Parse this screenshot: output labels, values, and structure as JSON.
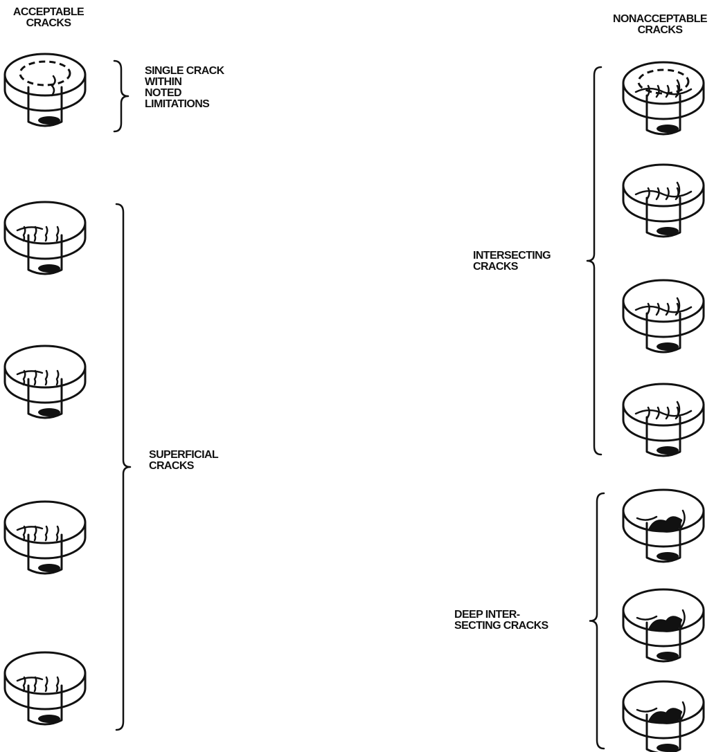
{
  "headers": {
    "acceptable": "ACCEPTABLE\nCRACKS",
    "nonacceptable": "NONACCEPTABLE\nCRACKS"
  },
  "groups": {
    "single_crack": "SINGLE CRACK\nWITHIN\nNOTED\nLIMITATIONS",
    "superficial": "SUPERFICIAL\nCRACKS",
    "intersecting": "INTERSECTING\nCRACKS",
    "deep_intersecting": "DEEP INTER-\nSECTING CRACKS"
  },
  "rivets": [
    {
      "column": "acceptable",
      "group": "single_crack",
      "crack_pattern": "single-crack-dashed-circle"
    },
    {
      "column": "acceptable",
      "group": "superficial",
      "crack_pattern": "superficial"
    },
    {
      "column": "acceptable",
      "group": "superficial",
      "crack_pattern": "superficial"
    },
    {
      "column": "acceptable",
      "group": "superficial",
      "crack_pattern": "superficial"
    },
    {
      "column": "acceptable",
      "group": "superficial",
      "crack_pattern": "superficial"
    },
    {
      "column": "nonacceptable",
      "group": "intersecting",
      "crack_pattern": "intersecting-dashed-circle"
    },
    {
      "column": "nonacceptable",
      "group": "intersecting",
      "crack_pattern": "intersecting"
    },
    {
      "column": "nonacceptable",
      "group": "intersecting",
      "crack_pattern": "intersecting"
    },
    {
      "column": "nonacceptable",
      "group": "intersecting",
      "crack_pattern": "intersecting"
    },
    {
      "column": "nonacceptable",
      "group": "deep_intersecting",
      "crack_pattern": "deep-intersecting"
    },
    {
      "column": "nonacceptable",
      "group": "deep_intersecting",
      "crack_pattern": "deep-intersecting"
    },
    {
      "column": "nonacceptable",
      "group": "deep_intersecting",
      "crack_pattern": "deep-intersecting"
    }
  ]
}
